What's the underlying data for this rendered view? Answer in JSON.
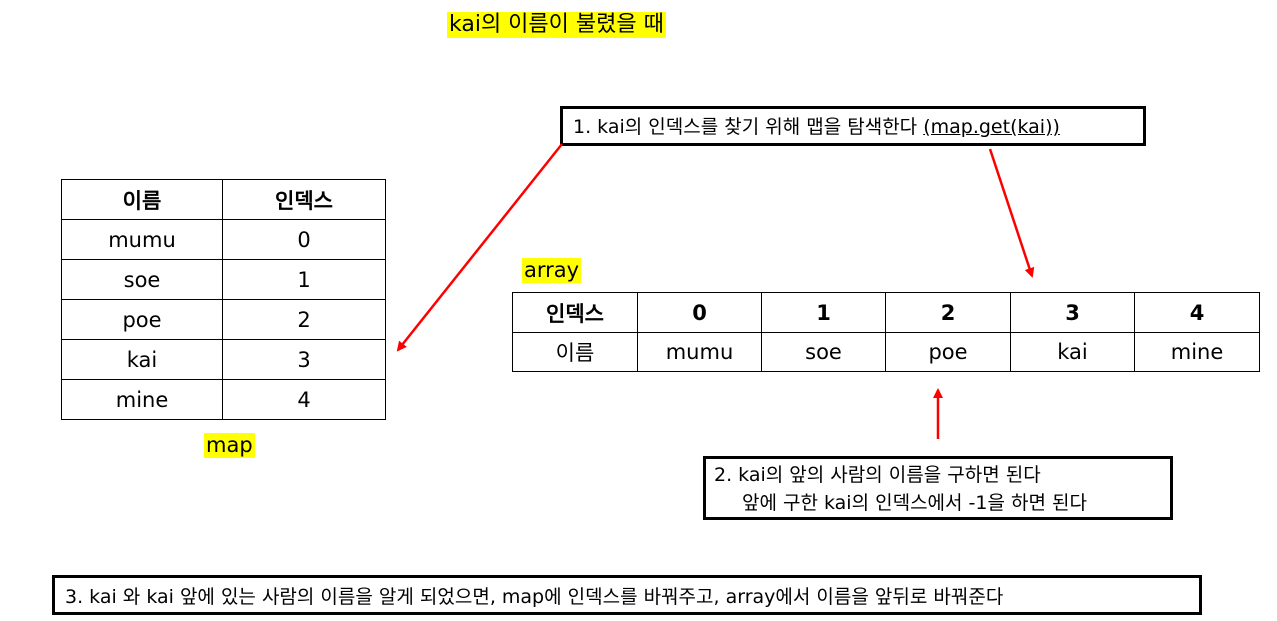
{
  "title": "kai의 이름이 불렸을 때",
  "map": {
    "label": "map",
    "headers": [
      "이름",
      "인덱스"
    ],
    "rows": [
      [
        "mumu",
        "0"
      ],
      [
        "soe",
        "1"
      ],
      [
        "poe",
        "2"
      ],
      [
        "kai",
        "3"
      ],
      [
        "mine",
        "4"
      ]
    ]
  },
  "array": {
    "label": "array",
    "index_header": "인덱스",
    "name_header": "이름",
    "indices": [
      "0",
      "1",
      "2",
      "3",
      "4"
    ],
    "names": [
      "mumu",
      "soe",
      "poe",
      "kai",
      "mine"
    ]
  },
  "steps": {
    "step1_text": "1. kai의 인덱스를 찾기 위해 맵을 탐색한다 ",
    "step1_code": "(map.get(kai))",
    "step2_line1": "2. kai의 앞의 사람의 이름을 구하면 된다",
    "step2_line2": "앞에 구한 kai의 인덱스에서 -1을 하면 된다",
    "step3_text": "3. kai 와 kai 앞에 있는 사람의 이름을 알게 되었으면, map에 인덱스를 바꿔주고, array에서 이름을 앞뒤로 바꿔준다"
  },
  "colors": {
    "highlight": "#ffff00",
    "arrow": "#ff0000",
    "border": "#000000"
  }
}
